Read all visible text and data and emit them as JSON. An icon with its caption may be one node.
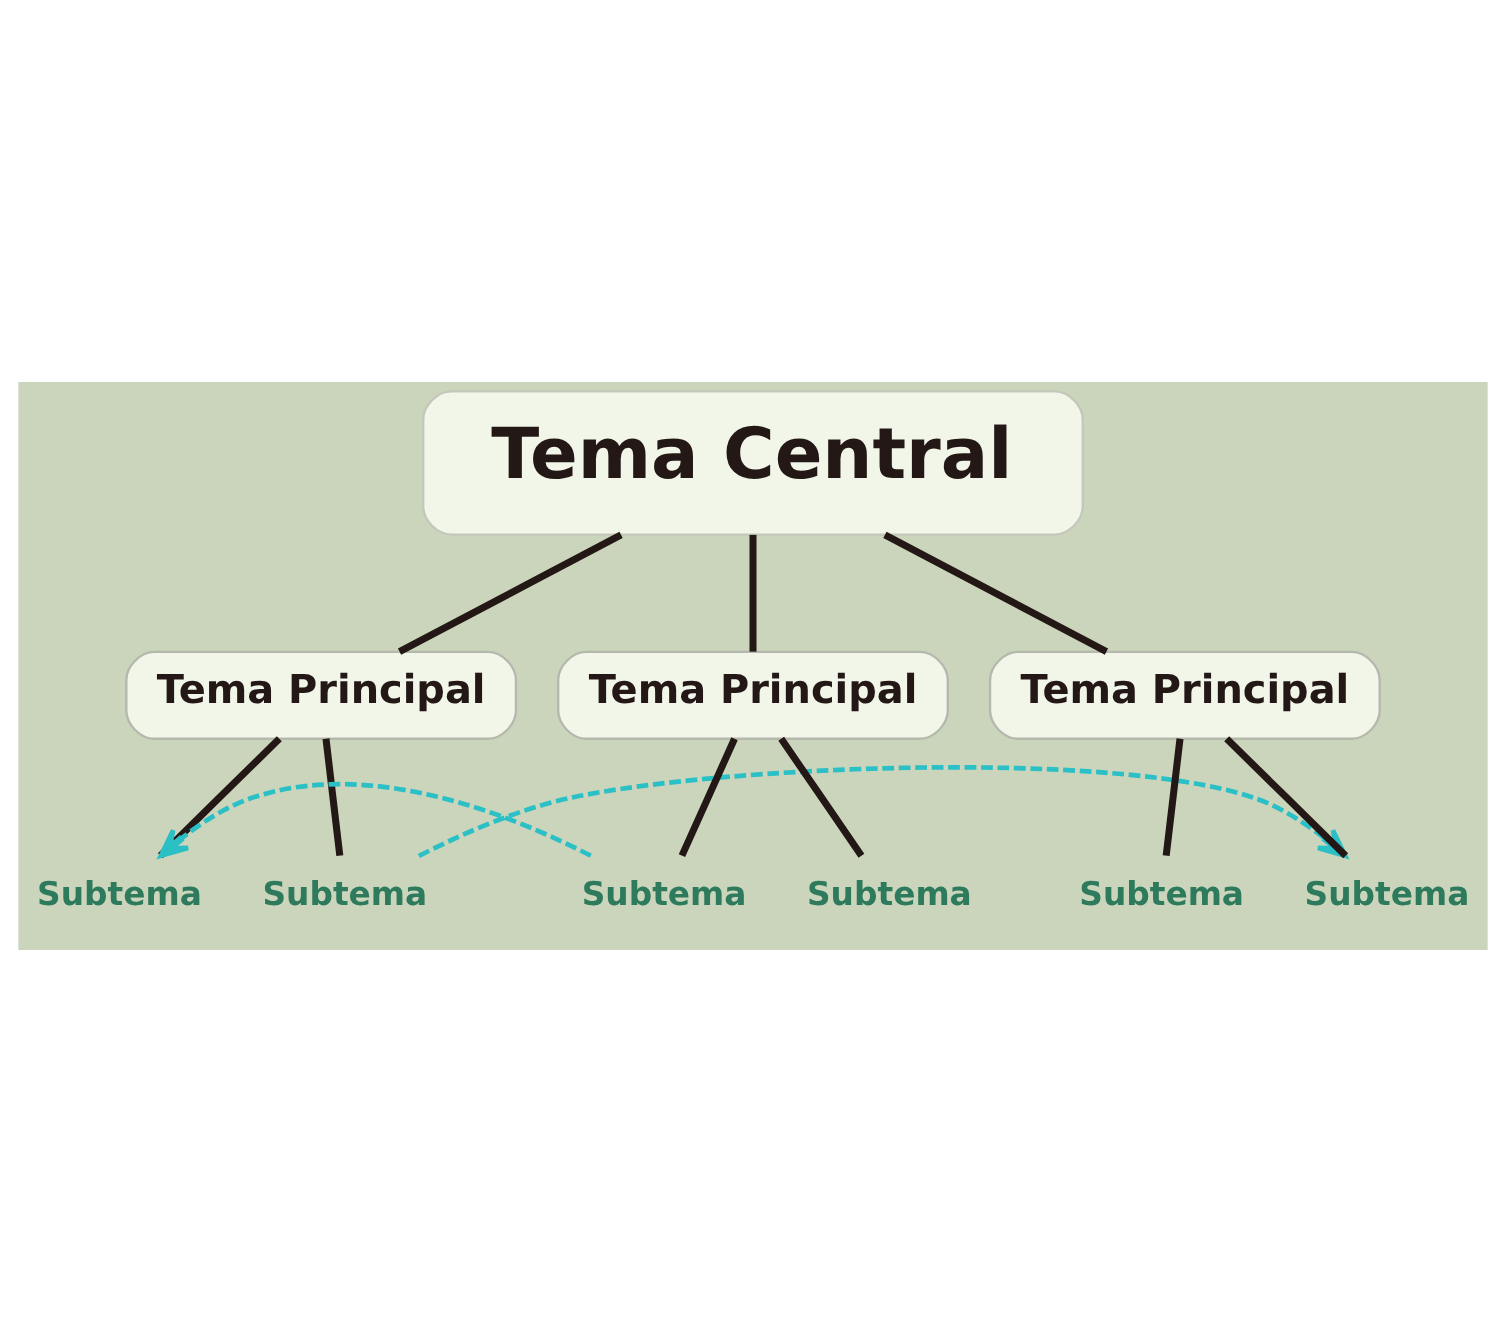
{
  "diagram": {
    "nodes": [
      {
        "text": [
          "Tema Central"
        ]
      },
      {
        "text": [
          "Tema Principal"
        ]
      },
      {
        "text": [
          "Subtema"
        ]
      },
      {
        "text": [
          "Subtema"
        ]
      },
      {
        "text": [
          "Tema Principal"
        ]
      },
      {
        "text": [
          "Subtema"
        ]
      },
      {
        "text": [
          "Subtema"
        ]
      },
      {
        "text": [
          "Tema Principal"
        ]
      },
      {
        "text": [
          "Subtema"
        ]
      },
      {
        "text": [
          "Subtema"
        ]
      }
    ],
    "edges": [
      {
        "from": 0,
        "to": 1,
        "arrow": "none"
      },
      {
        "from": 0,
        "to": 4,
        "arrow": "none"
      },
      {
        "from": 0,
        "to": 7,
        "arrow": "none"
      },
      {
        "from": 1,
        "to": 2,
        "arrow": "none"
      },
      {
        "from": 1,
        "to": 3,
        "arrow": "none"
      },
      {
        "from": 4,
        "to": 5,
        "arrow": "none"
      },
      {
        "from": 4,
        "to": 6,
        "arrow": "none"
      },
      {
        "from": 7,
        "to": 8,
        "arrow": "none"
      },
      {
        "from": 7,
        "to": 9,
        "arrow": "none"
      },
      {
        "from": 5,
        "to": 2,
        "arrow": "to",
        "style": "dashed",
        "color": "#2bbfc6"
      },
      {
        "from": 3,
        "to": 9,
        "arrow": "to",
        "style": "dashed",
        "color": "#2bbfc6"
      }
    ]
  }
}
